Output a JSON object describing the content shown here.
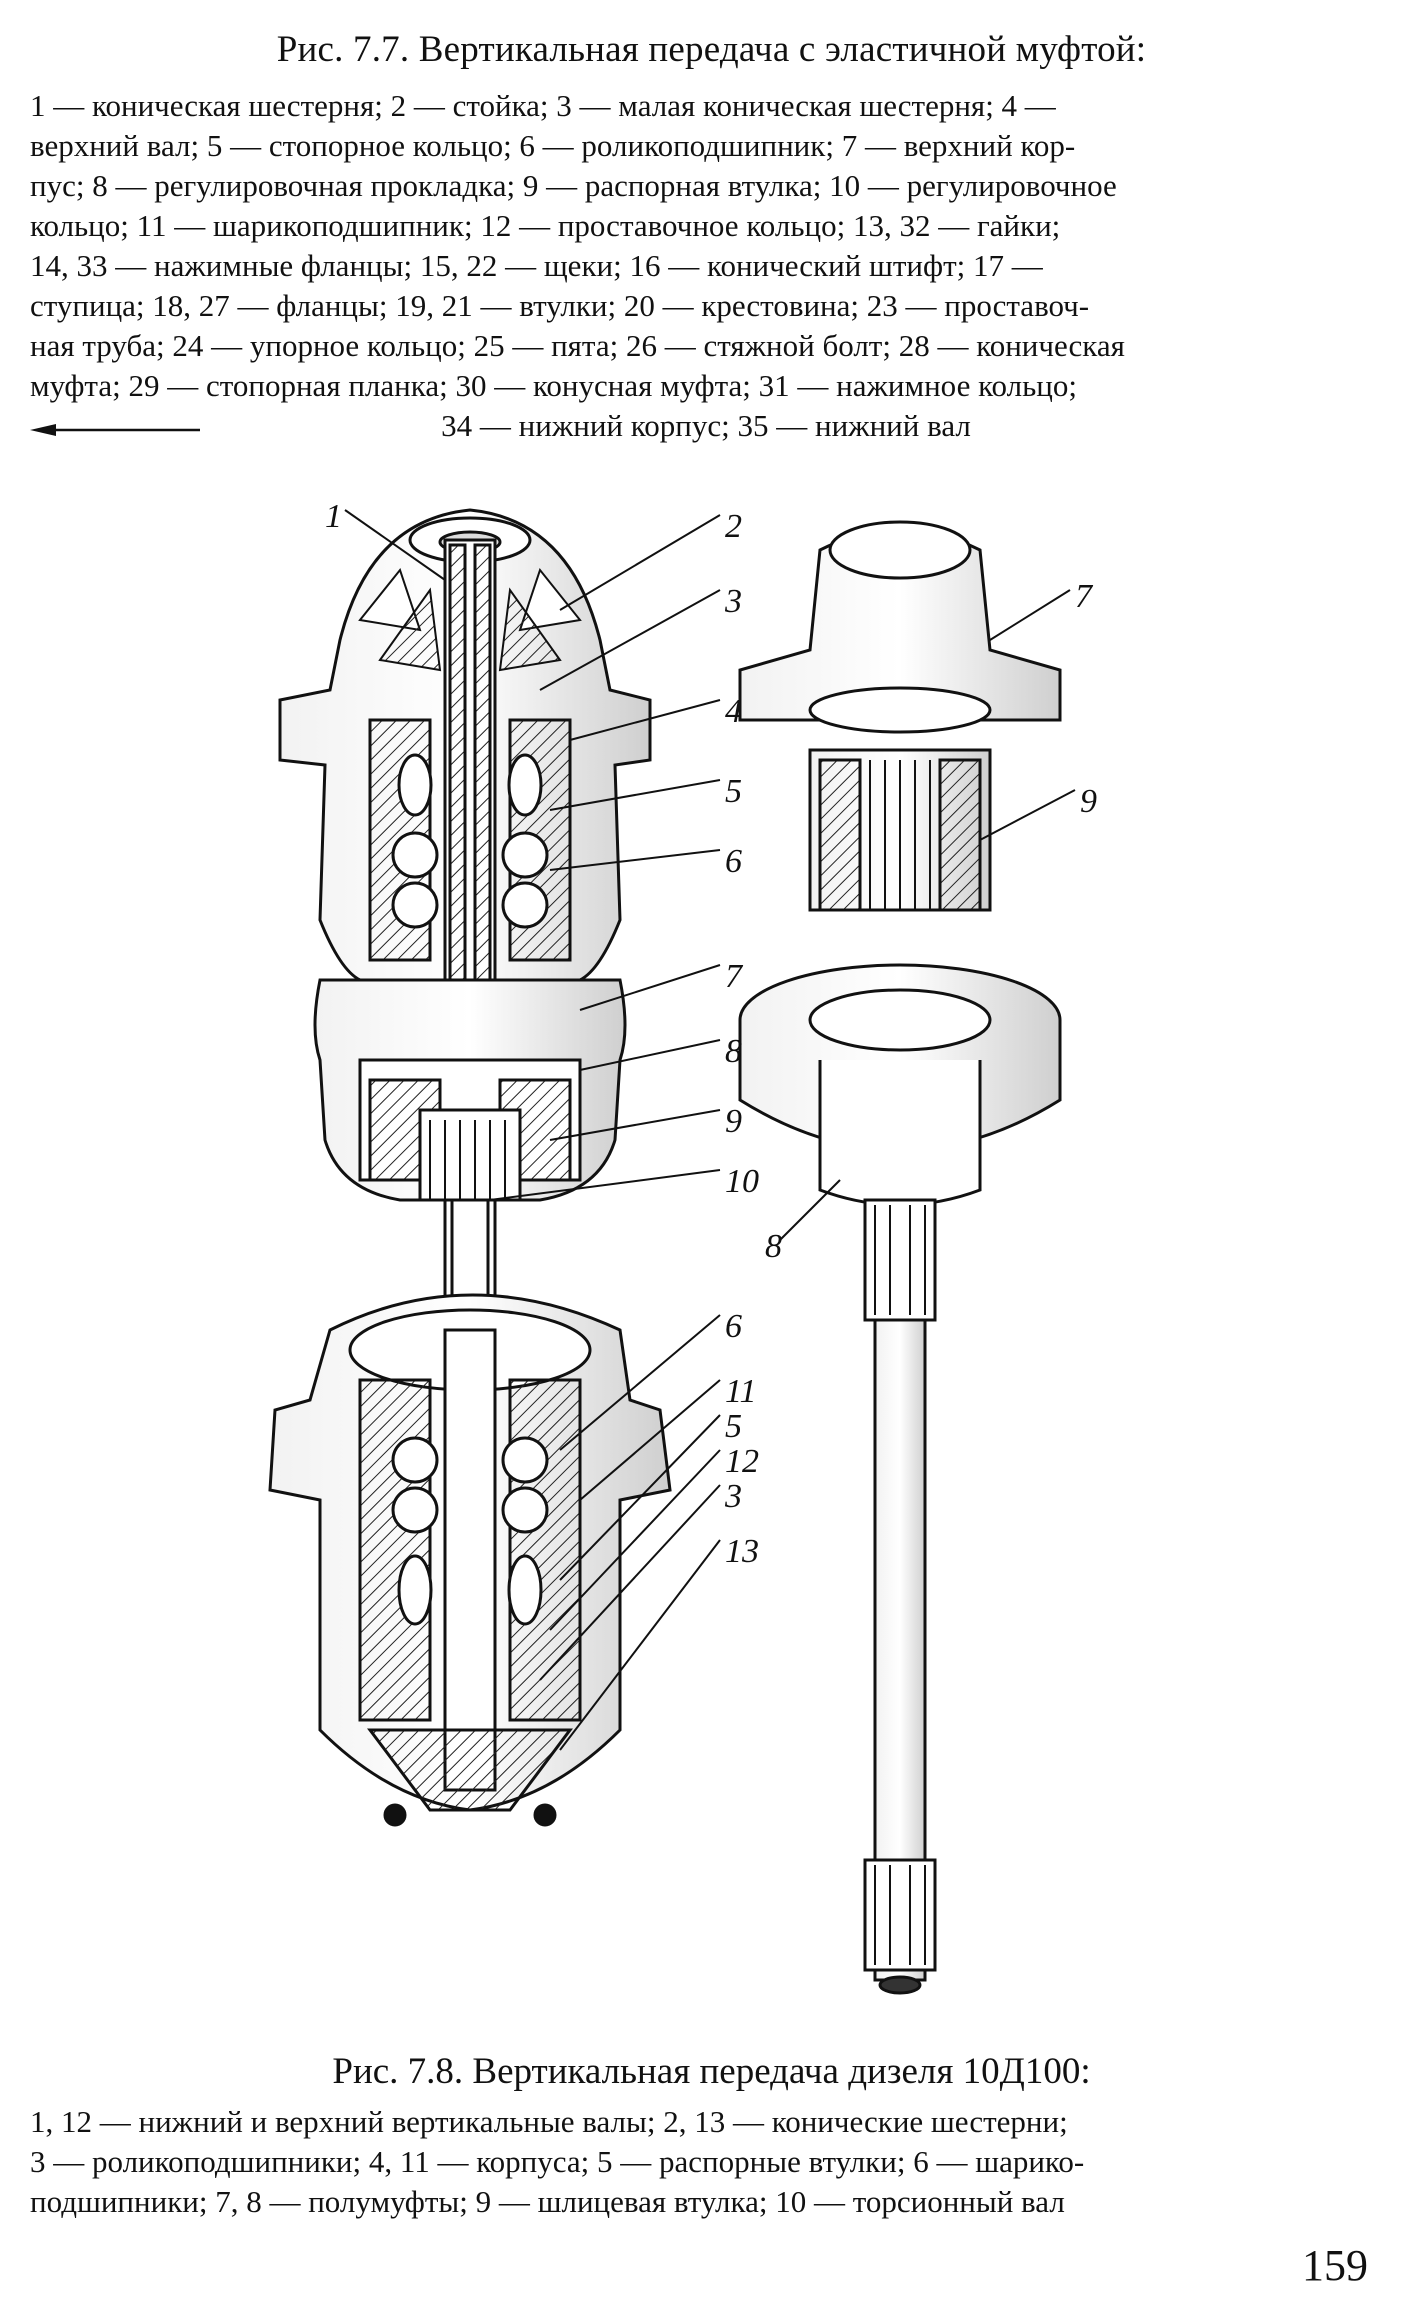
{
  "figure1": {
    "title": "Рис. 7.7. Вертикальная передача с эластичной муфтой:",
    "legend_lines": [
      "1 — коническая шестерня; 2 — стойка; 3 — малая коническая шестерня; 4 —",
      "верхний вал; 5 — стопорное кольцо; 6 — роликоподшипник; 7 — верхний кор-",
      "пус; 8 — регулировочная прокладка; 9 — распорная втулка; 10 — регулировочное",
      "кольцо; 11 — шарикоподшипник; 12 — проставочное кольцо; 13, 32 — гайки;",
      "14, 33 — нажимные фланцы; 15, 22 — щеки; 16 — конический штифт; 17 —",
      "ступица; 18, 27 — фланцы; 19, 21 — втулки; 20 — крестовина; 23 — проставоч-",
      "ная труба; 24 — упорное кольцо; 25 — пята; 26 — стяжной болт; 28 — коническая",
      "муфта; 29 — стопорная планка; 30 — конусная муфта; 31 — нажимное кольцо;",
      "34 — нижний корпус; 35 — нижний вал"
    ]
  },
  "drawing": {
    "callouts_left": [
      "1",
      "2",
      "3",
      "4",
      "5",
      "6",
      "7",
      "8",
      "9",
      "10",
      "6",
      "11",
      "5",
      "12",
      "3",
      "13"
    ],
    "callouts_right": [
      "7",
      "9",
      "8"
    ]
  },
  "figure2": {
    "title": "Рис. 7.8. Вертикальная передача дизеля 10Д100:",
    "legend_lines": [
      "1, 12 — нижний и верхний вертикальные валы; 2, 13 — конические шестерни;",
      "3 — роликоподшипники; 4, 11 — корпуса; 5 — распорные втулки; 6 — шарико-",
      "подшипники; 7, 8 — полумуфты; 9 — шлицевая втулка; 10 — торсионный вал"
    ]
  },
  "page_number": "159"
}
